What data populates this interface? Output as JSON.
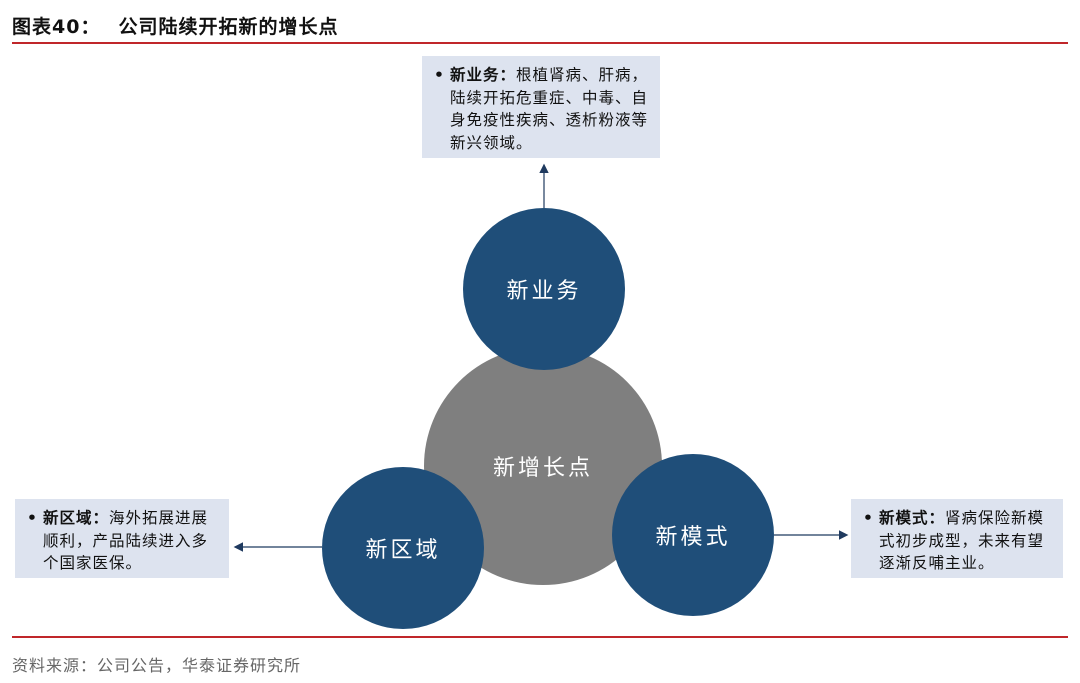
{
  "figure": {
    "number": "图表40：",
    "title": "公司陆续开拓新的增长点"
  },
  "center": {
    "label": "新增长点"
  },
  "nodes": {
    "top": {
      "label": "新业务",
      "note_title": "新业务：",
      "note_text": "根植肾病、肝病，陆续开拓危重症、中毒、自身免疫性疾病、透析粉液等新兴领域。"
    },
    "left": {
      "label": "新区域",
      "note_title": "新区域：",
      "note_text": "海外拓展进展顺利，产品陆续进入多个国家医保。"
    },
    "right": {
      "label": "新模式",
      "note_title": "新模式：",
      "note_text": "肾病保险新模式初步成型，未来有望逐渐反哺主业。"
    }
  },
  "bullet": "•",
  "source": "资料来源：公司公告，华泰证券研究所",
  "colors": {
    "blue": "#1f4e79",
    "gray": "#7f7f7f",
    "box": "#dde3ef",
    "rule": "#c0262a"
  }
}
